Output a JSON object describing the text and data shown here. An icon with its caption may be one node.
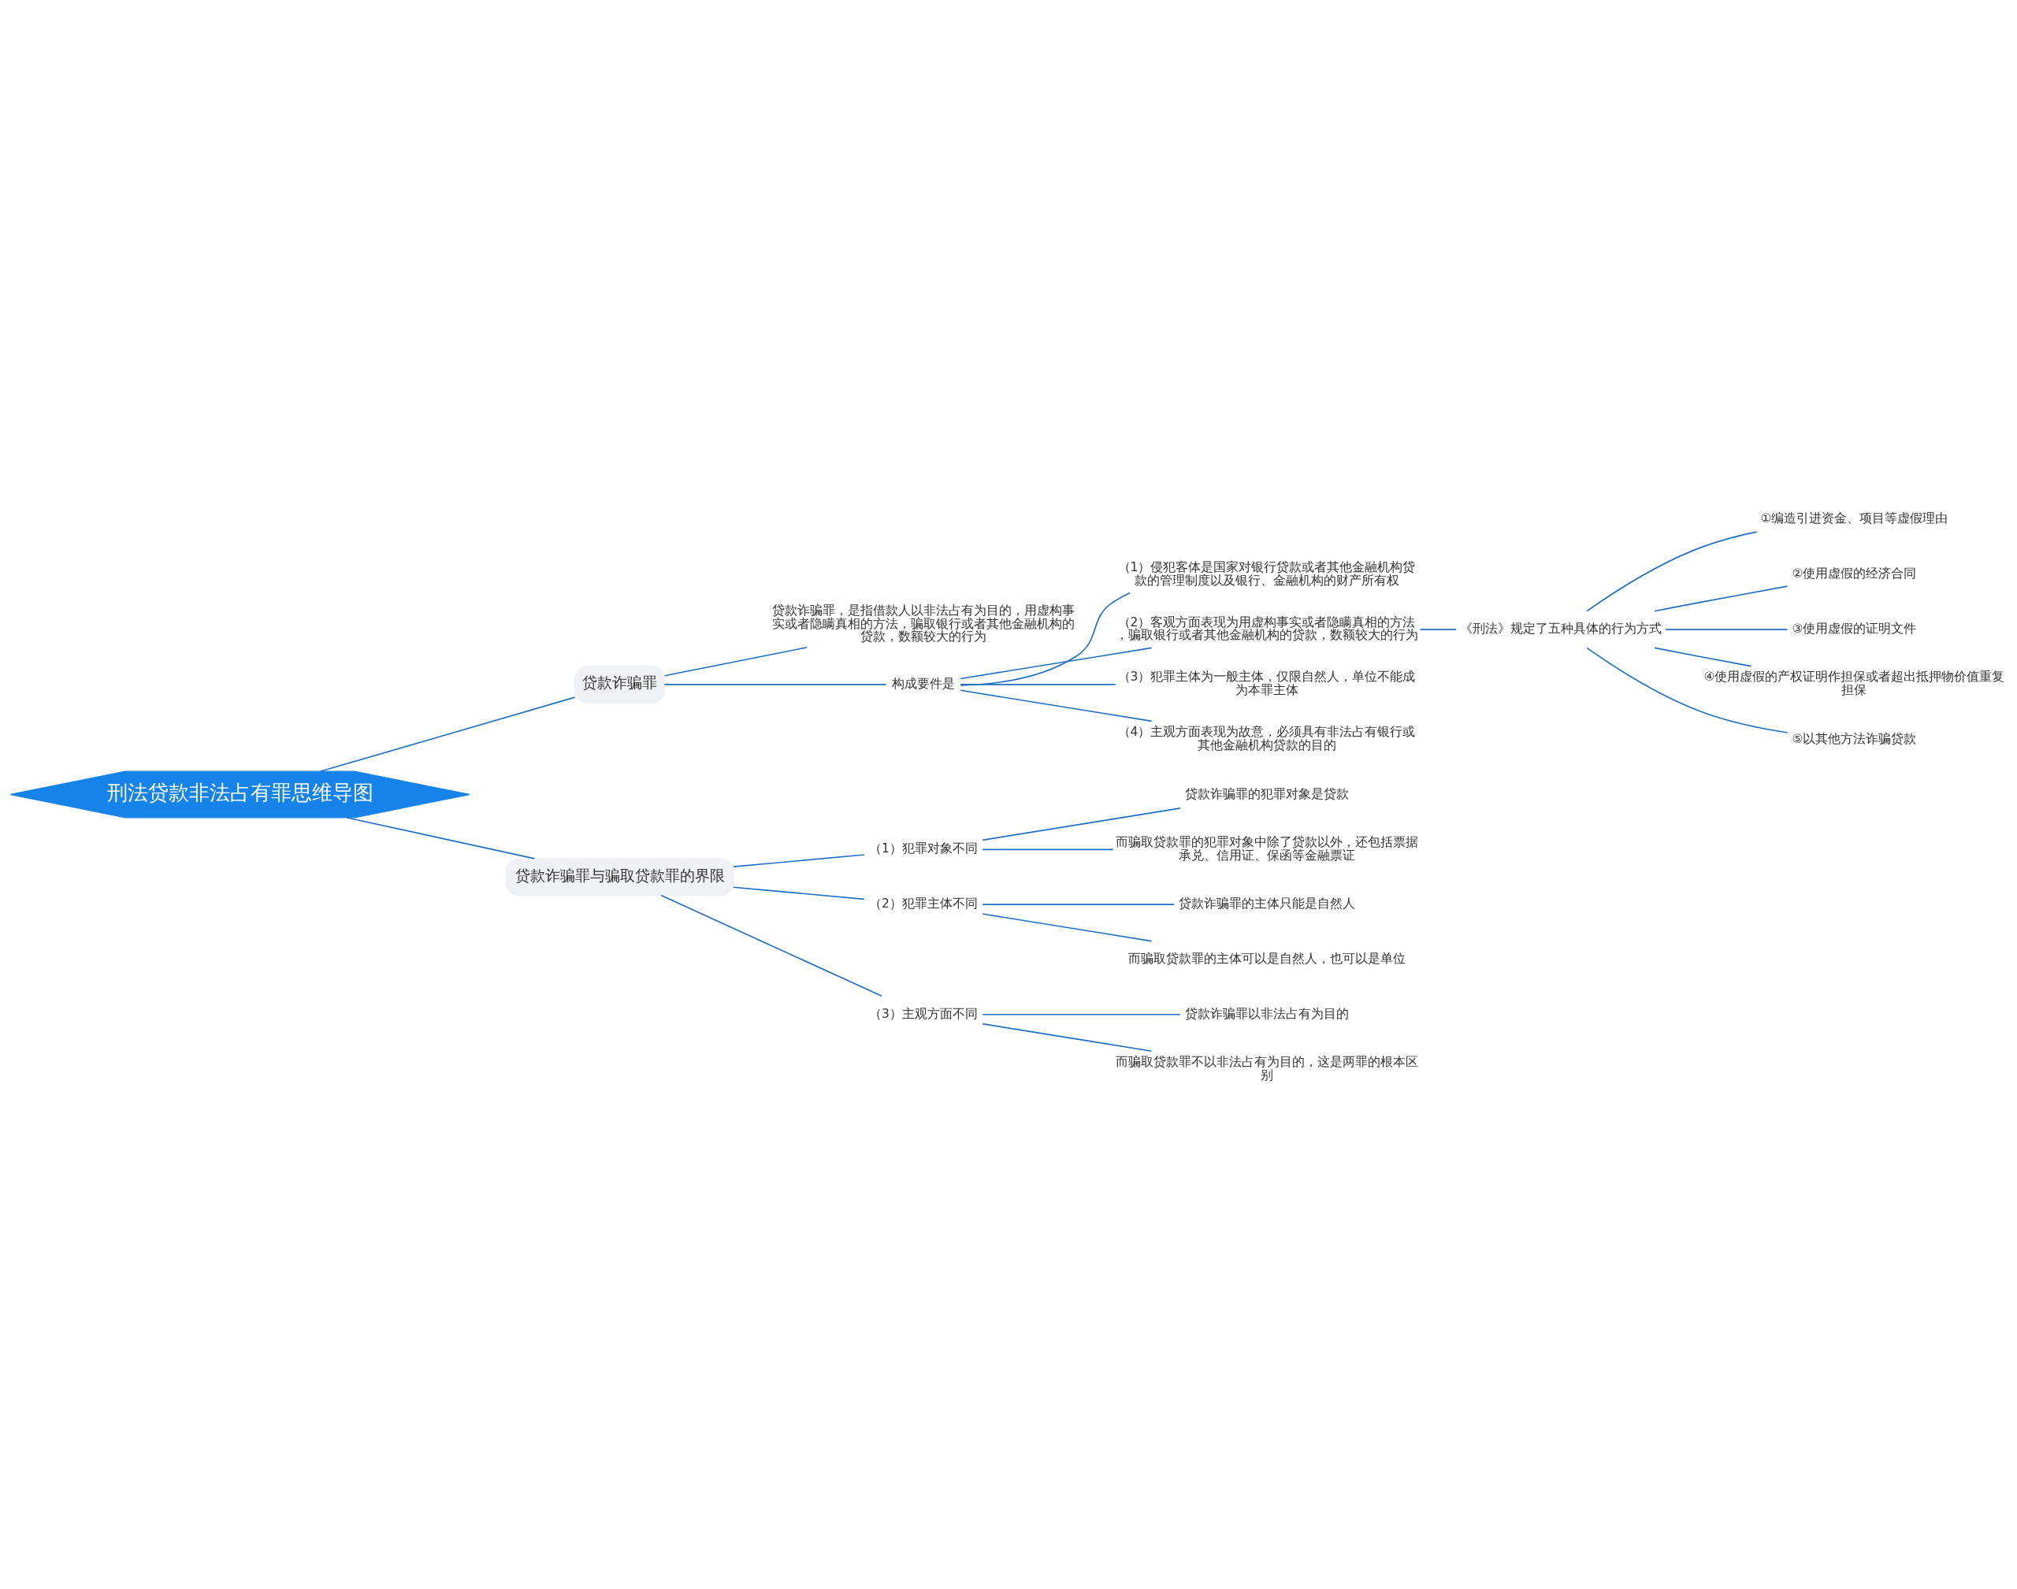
{
  "diagram": {
    "nodes": [
      {
        "text": [
          "刑法贷款非法占有罪思维导图"
        ]
      },
      {
        "text": [
          "贷款诈骗罪"
        ]
      },
      {
        "text": [
          "贷款诈骗罪，是指借款人以非法占有为目的，用虚构事实或者隐瞒真相的方法，骗取银行或者其他金融机构的贷款，数额较大的行为"
        ]
      },
      {
        "text": [
          "构成要件是"
        ]
      },
      {
        "text": [
          "（1）侵犯客体是国家对银行贷款或者其他金融机构贷款的管理制度以及银行、金融机构的财产所有权"
        ]
      },
      {
        "text": [
          "（2）客观方面表现为用虚构事实或者隐瞒真相的方法，骗取银行或者其他金融机构的贷款，数额较大的行为"
        ]
      },
      {
        "text": [
          "《刑法》规定了五种具体的行为方式"
        ]
      },
      {
        "text": [
          "①编造引进资金、项目等虚假理由"
        ]
      },
      {
        "text": [
          "②使用虚假的经济合同"
        ]
      },
      {
        "text": [
          "③使用虚假的证明文件"
        ]
      },
      {
        "text": [
          "④使用虚假的产权证明作担保或者超出抵押物价值重复担保"
        ]
      },
      {
        "text": [
          "⑤以其他方法诈骗贷款"
        ]
      },
      {
        "text": [
          "（3）犯罪主体为一般主体，仅限自然人，单位不能成为本罪主体"
        ]
      },
      {
        "text": [
          "（4）主观方面表现为故意，必须具有非法占有银行或其他金融机构贷款的目的"
        ]
      },
      {
        "text": [
          "贷款诈骗罪与骗取贷款罪的界限"
        ]
      },
      {
        "text": [
          "（1）犯罪对象不同"
        ]
      },
      {
        "text": [
          "贷款诈骗罪的犯罪对象是贷款"
        ]
      },
      {
        "text": [
          "而骗取贷款罪的犯罪对象中除了贷款以外，还包括票据承兑、信用证、保函等金融票证"
        ]
      },
      {
        "text": [
          "（2）犯罪主体不同"
        ]
      },
      {
        "text": [
          "贷款诈骗罪的主体只能是自然人"
        ]
      },
      {
        "text": [
          "而骗取贷款罪的主体可以是自然人，也可以是单位"
        ]
      },
      {
        "text": [
          "（3）主观方面不同"
        ]
      },
      {
        "text": [
          "贷款诈骗罪以非法占有为目的"
        ]
      },
      {
        "text": [
          "而骗取贷款罪不以非法占有为目的，这是两罪的根本区别"
        ]
      }
    ],
    "edges": [
      {
        "from": 0,
        "to": 1,
        "arrow": "none"
      },
      {
        "from": 1,
        "to": 2,
        "arrow": "none"
      },
      {
        "from": 1,
        "to": 3,
        "arrow": "none"
      },
      {
        "from": 3,
        "to": 4,
        "arrow": "none"
      },
      {
        "from": 3,
        "to": 5,
        "arrow": "none"
      },
      {
        "from": 5,
        "to": 6,
        "arrow": "none"
      },
      {
        "from": 6,
        "to": 7,
        "arrow": "none"
      },
      {
        "from": 6,
        "to": 8,
        "arrow": "none"
      },
      {
        "from": 6,
        "to": 9,
        "arrow": "none"
      },
      {
        "from": 6,
        "to": 10,
        "arrow": "none"
      },
      {
        "from": 6,
        "to": 11,
        "arrow": "none"
      },
      {
        "from": 3,
        "to": 12,
        "arrow": "none"
      },
      {
        "from": 3,
        "to": 13,
        "arrow": "none"
      },
      {
        "from": 0,
        "to": 14,
        "arrow": "none"
      },
      {
        "from": 14,
        "to": 15,
        "arrow": "none"
      },
      {
        "from": 15,
        "to": 16,
        "arrow": "none"
      },
      {
        "from": 15,
        "to": 17,
        "arrow": "none"
      },
      {
        "from": 14,
        "to": 18,
        "arrow": "none"
      },
      {
        "from": 18,
        "to": 19,
        "arrow": "none"
      },
      {
        "from": 18,
        "to": 20,
        "arrow": "none"
      },
      {
        "from": 14,
        "to": 21,
        "arrow": "none"
      },
      {
        "from": 21,
        "to": 22,
        "arrow": "none"
      },
      {
        "from": 21,
        "to": 23,
        "arrow": "none"
      }
    ]
  }
}
